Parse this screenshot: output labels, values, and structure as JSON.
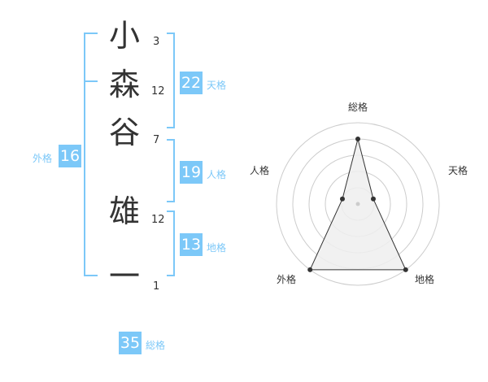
{
  "name": {
    "chars": [
      {
        "char": "小",
        "strokes": "3"
      },
      {
        "char": "森",
        "strokes": "12"
      },
      {
        "char": "谷",
        "strokes": "7"
      },
      {
        "char": "雄",
        "strokes": "12"
      },
      {
        "char": "一",
        "strokes": "1"
      }
    ]
  },
  "fortune": {
    "tenkaku": {
      "value": "22",
      "label": "天格"
    },
    "jinkaku": {
      "value": "19",
      "label": "人格"
    },
    "chikaku": {
      "value": "13",
      "label": "地格"
    },
    "gaikaku": {
      "value": "16",
      "label": "外格"
    },
    "soukaku": {
      "value": "35",
      "label": "総格"
    }
  },
  "colors": {
    "accent": "#7cc8f8",
    "text": "#333333",
    "ring": "#cccccc",
    "fill": "#eeeeee"
  },
  "chart_data": {
    "type": "radar",
    "axes": [
      "総格",
      "天格",
      "地格",
      "外格",
      "人格"
    ],
    "values": [
      4,
      1,
      5,
      5,
      1
    ],
    "max": 5
  }
}
